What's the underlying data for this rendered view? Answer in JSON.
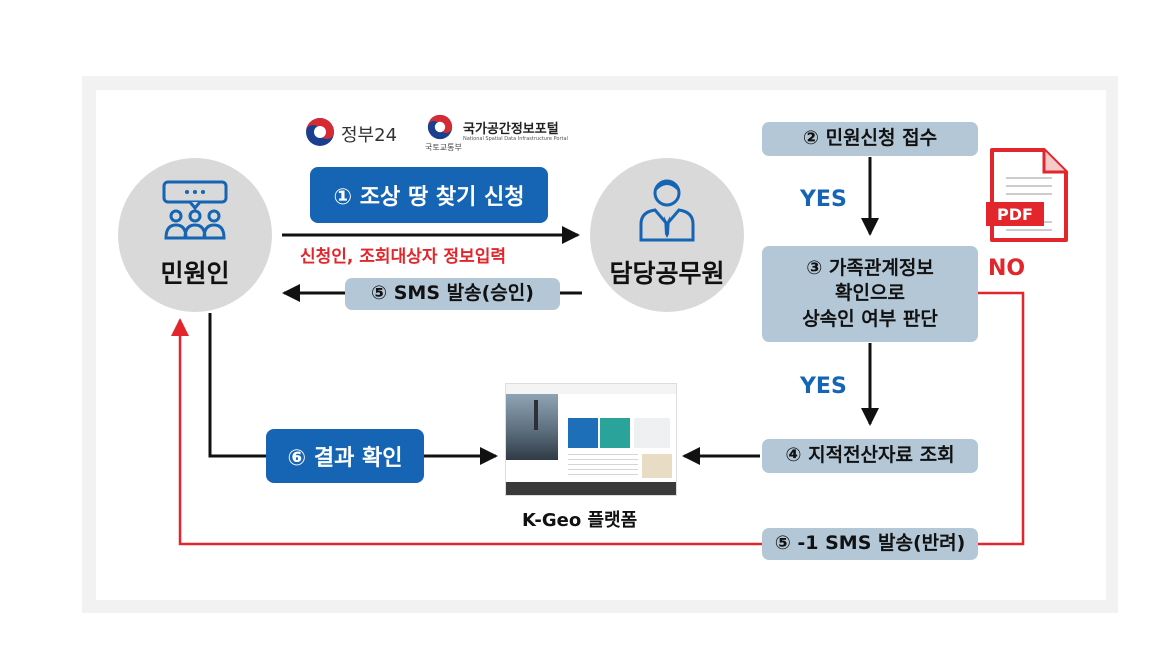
{
  "logos": {
    "gov24_text": "정부24",
    "nsdi_title": "국가공간정보포털",
    "nsdi_subtitle": "National Spatial Data Infrastructure Portal",
    "ministry": "국토교통부"
  },
  "nodes": {
    "applicant": "민원인",
    "officer": "담당공무원",
    "platform": "K-Geo 플랫폼"
  },
  "steps": {
    "step1": "① 조상 땅 찾기 신청",
    "step1_note": "신청인, 조회대상자 정보입력",
    "step2": "② 민원신청 접수",
    "step3_line1": "③ 가족관계정보",
    "step3_line2": "확인으로",
    "step3_line3": "상속인 여부 판단",
    "step4": "④ 지적전산자료 조회",
    "step5": "⑤ SMS 발송(승인)",
    "step5_1": "⑤ -1 SMS 발송(반려)",
    "step6": "⑥ 결과 확인"
  },
  "decisions": {
    "yes1": "YES",
    "yes2": "YES",
    "no": "NO"
  },
  "pdf_label": "PDF",
  "colors": {
    "blue_pill": "#1565b4",
    "grey_pill": "#b3c7d7",
    "red_line": "#e2262b",
    "yes_text": "#1565b4",
    "no_text": "#e2262b"
  }
}
